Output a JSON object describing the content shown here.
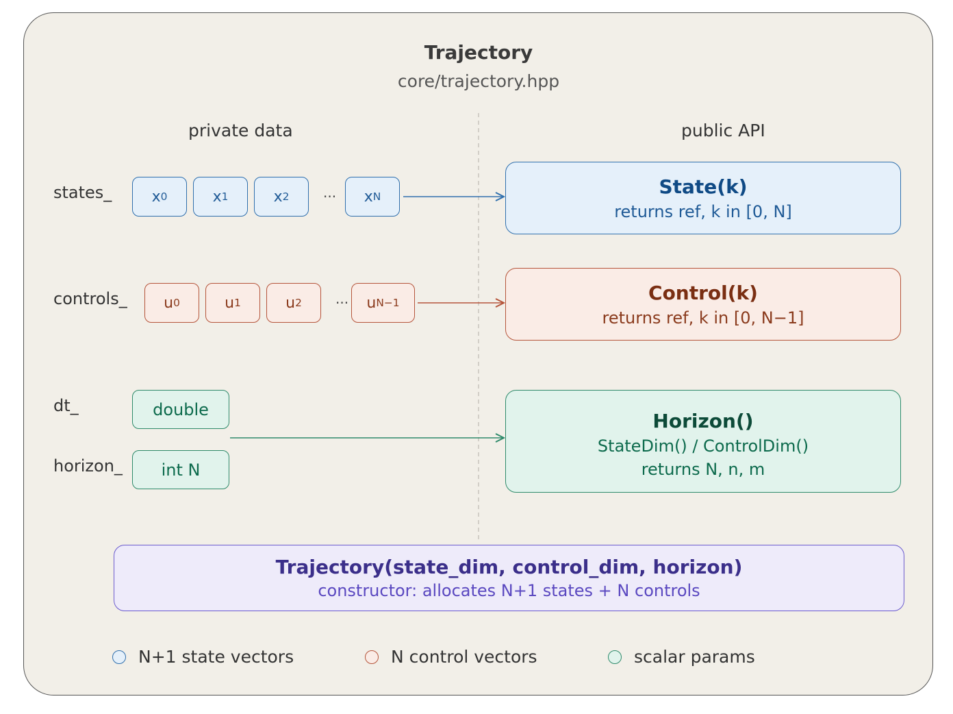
{
  "header": {
    "title": "Trajectory",
    "subtitle": "core/trajectory.hpp"
  },
  "sections": {
    "left": "private data",
    "right": "public API"
  },
  "rows": {
    "states": {
      "label": "states_",
      "cells": [
        {
          "base": "x",
          "sub": "0"
        },
        {
          "base": "x",
          "sub": "1"
        },
        {
          "base": "x",
          "sub": "2"
        },
        {
          "base": "x",
          "sub": "N"
        }
      ],
      "ellipsis": "···"
    },
    "controls": {
      "label": "controls_",
      "cells": [
        {
          "base": "u",
          "sub": "0"
        },
        {
          "base": "u",
          "sub": "1"
        },
        {
          "base": "u",
          "sub": "2"
        },
        {
          "base": "u",
          "sub": "N−1"
        }
      ],
      "ellipsis": "···"
    },
    "dt": {
      "label": "dt_",
      "value": "double"
    },
    "horizon": {
      "label": "horizon_",
      "value": "int N"
    }
  },
  "api": {
    "state": {
      "title": "State(k)",
      "desc": "returns ref, k in [0, N]"
    },
    "control": {
      "title": "Control(k)",
      "desc": "returns ref, k in [0, N−1]"
    },
    "horizon": {
      "title": "Horizon()",
      "desc1": "StateDim() / ControlDim()",
      "desc2": "returns N, n, m"
    }
  },
  "constructor": {
    "title": "Trajectory(state_dim, control_dim, horizon)",
    "desc": "constructor: allocates N+1 states + N controls"
  },
  "legend": [
    {
      "label": "N+1 state vectors",
      "color": "#2f6fad"
    },
    {
      "label": "N control vectors",
      "color": "#b5543a"
    },
    {
      "label": "scalar params",
      "color": "#2e8a6a"
    }
  ],
  "colors": {
    "state": "#2f6fad",
    "control": "#b5543a",
    "scalar": "#2e8a6a",
    "constructor": "#6a5acd",
    "background": "#f2efe8"
  }
}
